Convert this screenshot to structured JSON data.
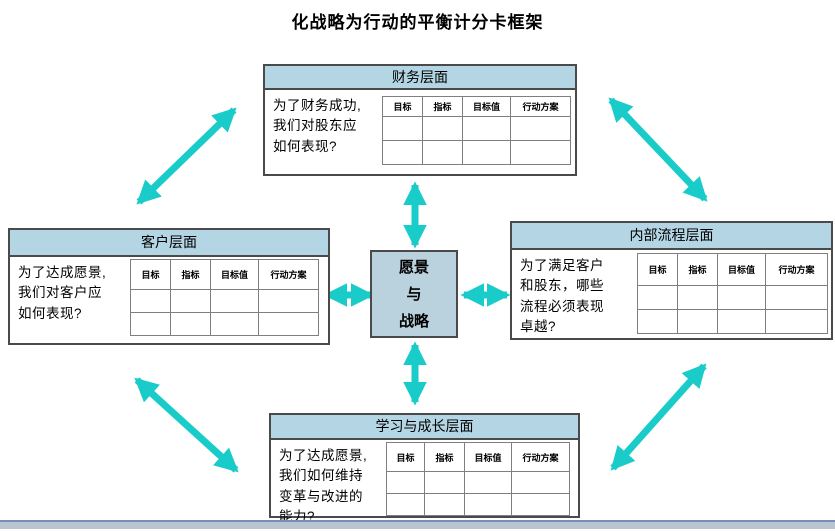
{
  "title": "化战略为行动的平衡计分卡框架",
  "colors": {
    "arrow": "#1accc9",
    "header_fill": "#b4d6e4",
    "center_fill": "#b9d2de",
    "box_border": "#4a4a4a",
    "table_border": "#7f7f7f",
    "bottom_bar_line": "#7290b8",
    "bottom_bar_fill": "#bac3d0"
  },
  "table_headers": [
    "目标",
    "指标",
    "目标值",
    "行动方案"
  ],
  "panels": {
    "financial": {
      "title": "财务层面",
      "question": "为了财务成功,\n我们对股东应\n如何表现?"
    },
    "customer": {
      "title": "客户层面",
      "question": "为了达成愿景,\n我们对客户应\n如何表现?"
    },
    "internal": {
      "title": "内部流程层面",
      "question": "为了满足客户\n和股东，哪些\n流程必须表现\n卓越?"
    },
    "learning": {
      "title": "学习与成长层面",
      "question": "为了达成愿景,\n我们如何维持\n变革与改进的\n能力?"
    }
  },
  "center": {
    "text": "愿景\n与\n战略"
  }
}
